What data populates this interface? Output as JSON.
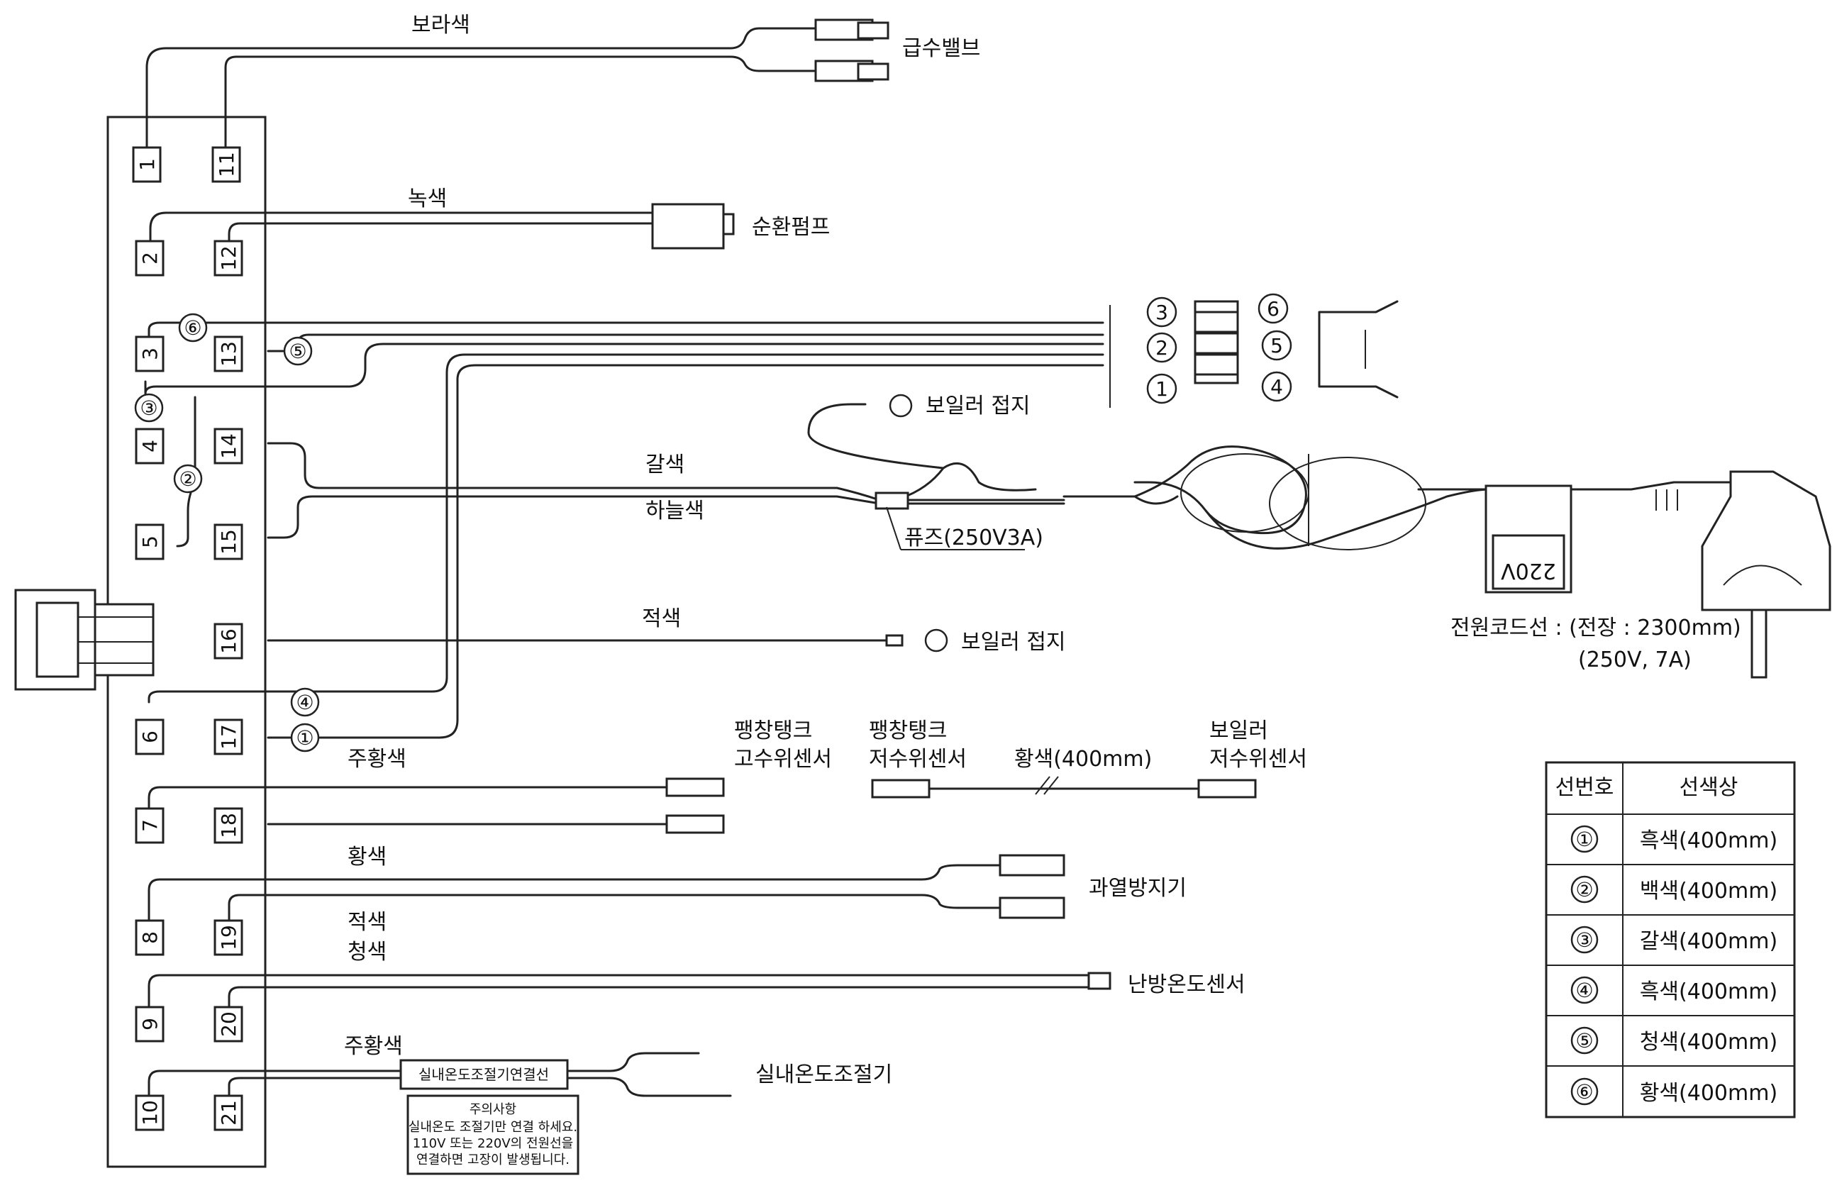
{
  "diagram": {
    "terminals": [
      "1",
      "11",
      "2",
      "12",
      "3",
      "13",
      "4",
      "14",
      "5",
      "15",
      "16",
      "6",
      "17",
      "7",
      "18",
      "8",
      "19",
      "9",
      "20",
      "10",
      "21"
    ],
    "circle_marks": [
      "①",
      "②",
      "③",
      "④",
      "⑤",
      "⑥"
    ],
    "connector_pins": [
      "3",
      "6",
      "2",
      "5",
      "1",
      "4"
    ],
    "labels": {
      "purple": "보라색",
      "water_valve": "급수밸브",
      "green": "녹색",
      "circ_pump": "순환펌프",
      "boiler_ground_1": "보일러 접지",
      "brown": "갈색",
      "sky_blue": "하늘색",
      "fuse": "퓨즈(250V3A)",
      "plug_220": "220V",
      "power_cord_1": "전원코드선 : (전장 : 2300mm)",
      "power_cord_2": "(250V, 7A)",
      "red_1": "적색",
      "boiler_ground_2": "보일러 접지",
      "orange_1": "주황색",
      "exp_high_1": "팽창탱크",
      "exp_high_2": "고수위센서",
      "exp_low_1": "팽창탱크",
      "exp_low_2": "저수위센서",
      "yellow_400": "황색(400mm)",
      "boiler_low_1": "보일러",
      "boiler_low_2": "저수위센서",
      "yellow": "황색",
      "overheat": "과열방지기",
      "red_2": "적색",
      "blue": "청색",
      "heat_sensor": "난방온도센서",
      "orange_2": "주황색",
      "thermo_conn": "실내온도조절기연결선",
      "thermostat": "실내온도조절기",
      "caution_title": "주의사항",
      "caution_1": "실내온도 조절기만 연결 하세요.",
      "caution_2": "110V 또는 220V의 전원선을",
      "caution_3": "연결하면 고장이 발생됩니다."
    },
    "table": {
      "headers": [
        "선번호",
        "선색상"
      ],
      "rows": [
        {
          "num": "①",
          "color": "흑색(400mm)"
        },
        {
          "num": "②",
          "color": "백색(400mm)"
        },
        {
          "num": "③",
          "color": "갈색(400mm)"
        },
        {
          "num": "④",
          "color": "흑색(400mm)"
        },
        {
          "num": "⑤",
          "color": "청색(400mm)"
        },
        {
          "num": "⑥",
          "color": "황색(400mm)"
        }
      ]
    }
  }
}
